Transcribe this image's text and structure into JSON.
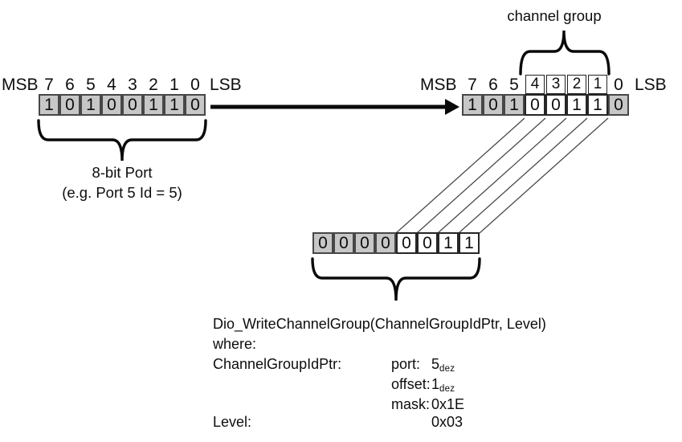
{
  "colors": {
    "cell_gray": "#c7c7c7",
    "cell_white": "#ffffff",
    "line_color": "#4a4a4a",
    "text_color": "#0d0d0d"
  },
  "left_register": {
    "msb": "MSB",
    "lsb": "LSB",
    "bit_labels": [
      "7",
      "6",
      "5",
      "4",
      "3",
      "2",
      "1",
      "0"
    ],
    "bits": [
      {
        "value": "1",
        "shade": "gray"
      },
      {
        "value": "0",
        "shade": "gray"
      },
      {
        "value": "1",
        "shade": "gray"
      },
      {
        "value": "0",
        "shade": "gray"
      },
      {
        "value": "0",
        "shade": "gray"
      },
      {
        "value": "1",
        "shade": "gray"
      },
      {
        "value": "1",
        "shade": "gray"
      },
      {
        "value": "0",
        "shade": "gray"
      }
    ],
    "caption_line1": "8-bit Port",
    "caption_line2": "(e.g. Port 5 Id = 5)"
  },
  "right_register": {
    "msb": "MSB",
    "lsb": "LSB",
    "group_label": "channel group",
    "bit_labels": [
      {
        "text": "7",
        "boxed": false
      },
      {
        "text": "6",
        "boxed": false
      },
      {
        "text": "5",
        "boxed": false
      },
      {
        "text": "4",
        "boxed": true
      },
      {
        "text": "3",
        "boxed": true
      },
      {
        "text": "2",
        "boxed": true
      },
      {
        "text": "1",
        "boxed": true
      },
      {
        "text": "0",
        "boxed": false
      }
    ],
    "bits": [
      {
        "value": "1",
        "shade": "gray"
      },
      {
        "value": "0",
        "shade": "gray"
      },
      {
        "value": "1",
        "shade": "gray"
      },
      {
        "value": "0",
        "shade": "white"
      },
      {
        "value": "0",
        "shade": "white"
      },
      {
        "value": "1",
        "shade": "white"
      },
      {
        "value": "1",
        "shade": "white"
      },
      {
        "value": "0",
        "shade": "gray"
      }
    ]
  },
  "result_register": {
    "bits": [
      {
        "value": "0",
        "shade": "gray"
      },
      {
        "value": "0",
        "shade": "gray"
      },
      {
        "value": "0",
        "shade": "gray"
      },
      {
        "value": "0",
        "shade": "gray"
      },
      {
        "value": "0",
        "shade": "white"
      },
      {
        "value": "0",
        "shade": "white"
      },
      {
        "value": "1",
        "shade": "white"
      },
      {
        "value": "1",
        "shade": "white"
      }
    ]
  },
  "function_block": {
    "signature": "Dio_WriteChannelGroup(ChannelGroupIdPtr, Level)",
    "where_label": "where:",
    "params": [
      {
        "name": "ChannelGroupIdPtr:",
        "key": "port:",
        "value": "5",
        "value_sub": "dez"
      },
      {
        "name": "",
        "key": "offset:",
        "value": "1",
        "value_sub": "dez"
      },
      {
        "name": "",
        "key": "mask:",
        "value": "0x1E",
        "value_sub": ""
      },
      {
        "name": "Level:",
        "key": "",
        "value": "0x03",
        "value_sub": ""
      }
    ]
  }
}
